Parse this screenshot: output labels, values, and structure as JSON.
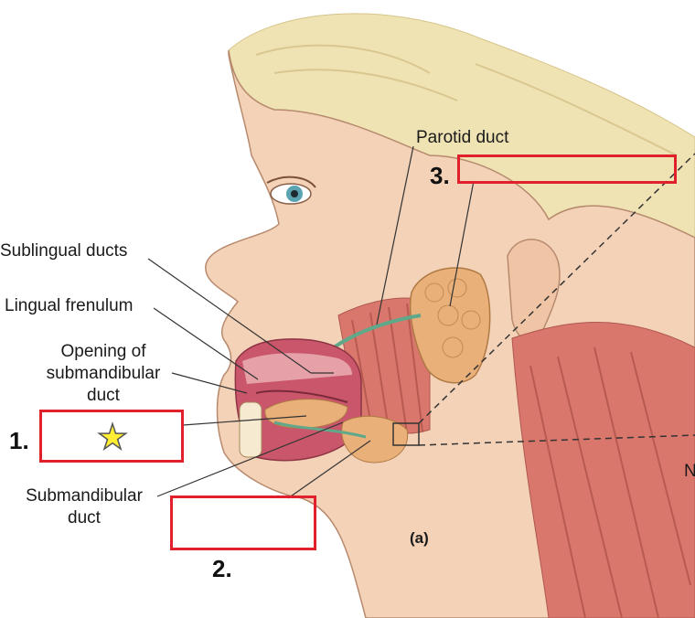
{
  "labels": {
    "parotid_duct": "Parotid duct",
    "sublingual_ducts": "Sublingual ducts",
    "lingual_frenulum": "Lingual frenulum",
    "opening_line1": "Opening of",
    "opening_line2": "submandibular",
    "opening_line3": "duct",
    "submandibular_line1": "Submandibular",
    "submandibular_line2": "duct",
    "panel_letter": "(a)",
    "edge_letter": "N"
  },
  "answer_boxes": [
    {
      "number": "1.",
      "content_icon": "star-icon"
    },
    {
      "number": "2.",
      "content_icon": ""
    },
    {
      "number": "3.",
      "content_icon": ""
    }
  ],
  "colors": {
    "box_border": "#e0202a",
    "star_fill": "#ffee33",
    "muscle": "#d9776d",
    "gland": "#e9b07a",
    "skin": "#f3d2b8",
    "hair": "#efe3b4"
  }
}
